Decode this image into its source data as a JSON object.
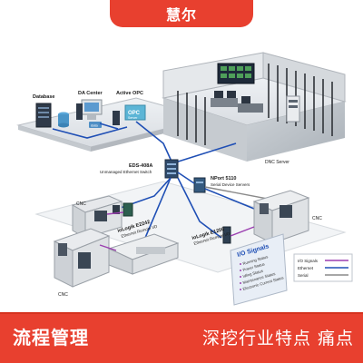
{
  "header": {
    "brand": "慧尔"
  },
  "diagram": {
    "database": "Database",
    "da_center": "DA Center",
    "active_opc": "Active OPC",
    "opc_badge": "OPC",
    "opc_server": "Server",
    "data_tag": "data",
    "switch_name": "EDS-408A",
    "switch_desc": "Unmanaged Ethernet Switch",
    "nport_name": "NPort 5110",
    "nport_desc": "Serial Device Servers",
    "dnc_server": "DNC Server",
    "iologik_e2242_name": "ioLogik E2242",
    "iologik_e2242_desc": "Ethernet Remote I/O",
    "iologik_e1200_name": "ioLogik E1200",
    "iologik_e1200_desc": "Ethernet Remote I/O",
    "cnc_left": "CNC",
    "cnc_bottom": "CNC",
    "cnc_right": "CNC",
    "io_panel": {
      "title": "I/O Signals",
      "items": [
        "Running Status",
        "Power Status",
        "Idling Status",
        "Maintenance Status",
        "Electronic Current Status"
      ]
    },
    "legend": {
      "items": [
        {
          "label": "I/O Signals",
          "color": "#9b3fb0"
        },
        {
          "label": "Ethernet",
          "color": "#1f4fb5"
        },
        {
          "label": "Serial",
          "color": "#8a8a8a"
        }
      ]
    }
  },
  "footer": {
    "left": "流程管理",
    "right": "深挖行业特点 痛点"
  }
}
